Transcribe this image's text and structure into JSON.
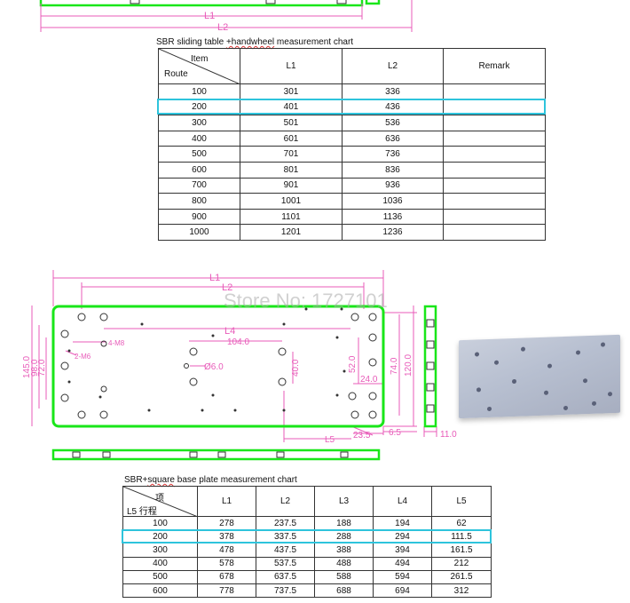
{
  "watermark": "Store No: 1727101",
  "table1": {
    "caption_prefix": "SBR sliding table ",
    "caption_underlined": "+handwheel",
    "caption_suffix": " measurement chart",
    "corner_top": "Item",
    "corner_bottom": "Route",
    "headers": [
      "L1",
      "L2",
      "Remark"
    ],
    "rows": [
      [
        "100",
        "301",
        "336",
        ""
      ],
      [
        "200",
        "401",
        "436",
        ""
      ],
      [
        "300",
        "501",
        "536",
        ""
      ],
      [
        "400",
        "601",
        "636",
        ""
      ],
      [
        "500",
        "701",
        "736",
        ""
      ],
      [
        "600",
        "801",
        "836",
        ""
      ],
      [
        "700",
        "901",
        "936",
        ""
      ],
      [
        "800",
        "1001",
        "1036",
        ""
      ],
      [
        "900",
        "1101",
        "1136",
        ""
      ],
      [
        "1000",
        "1201",
        "1236",
        ""
      ]
    ]
  },
  "table2": {
    "caption_prefix": "SBR+",
    "caption_underlined": "square",
    "caption_suffix": " base plate measurement chart",
    "corner_top": "项",
    "corner_bottom": "L5 行程",
    "headers": [
      "L1",
      "L2",
      "L3",
      "L4",
      "L5"
    ],
    "rows": [
      [
        "100",
        "278",
        "237.5",
        "188",
        "194",
        "62"
      ],
      [
        "200",
        "378",
        "337.5",
        "288",
        "294",
        "111.5"
      ],
      [
        "300",
        "478",
        "437.5",
        "388",
        "394",
        "161.5"
      ],
      [
        "400",
        "578",
        "537.5",
        "488",
        "494",
        "212"
      ],
      [
        "500",
        "678",
        "637.5",
        "588",
        "594",
        "261.5"
      ],
      [
        "600",
        "778",
        "737.5",
        "688",
        "694",
        "312"
      ]
    ]
  },
  "top_drawing": {
    "dim1": "L1",
    "dim2": "L2"
  },
  "plate_drawing": {
    "L1": "L1",
    "L2": "L2",
    "L4": "L4",
    "d104": "104.0",
    "d145": "145.0",
    "d98": "98.0",
    "d72": "72.0",
    "d40": "40.0",
    "d52": "52.0",
    "d24": "24.0",
    "d74": "74.0",
    "d120": "120.0",
    "L5": "L5",
    "d23_5": "23.5",
    "d6_5": "6.5",
    "d11": "11.0",
    "hole_a": "4-M8",
    "hole_b": "2-M6",
    "hole_c": "Ø6.0"
  },
  "colors": {
    "outline": "#19e619",
    "dim": "#e85bb9",
    "highlight": "#2ec4dc"
  }
}
